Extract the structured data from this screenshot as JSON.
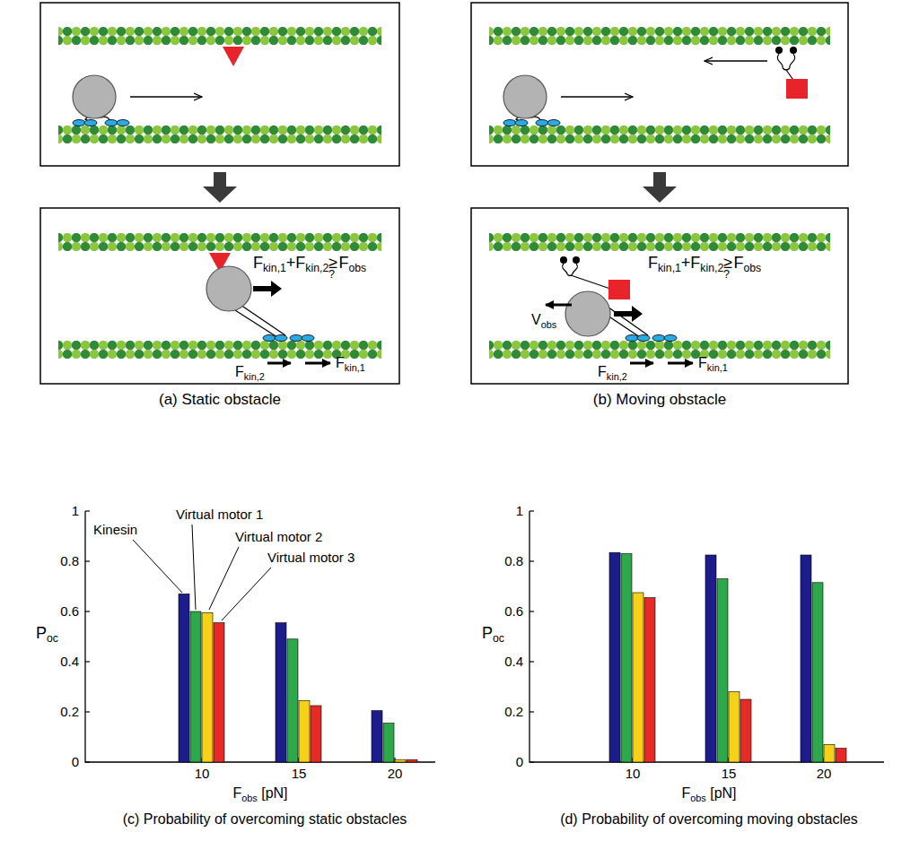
{
  "diagram": {
    "labels": [
      "F",
      "kin,1",
      "+F",
      "kin,2",
      "≥",
      "?",
      "F",
      "obs",
      "F",
      "kin,2",
      "F",
      "kin,1",
      "(a) Static obstacle",
      "F",
      "kin,1",
      "+F",
      "kin,2",
      "≥",
      "?",
      "F",
      "obs",
      "V",
      "obs",
      "F",
      "kin,2",
      "F",
      "kin,1",
      "(b) Moving obstacle",
      "P",
      "oc",
      "0",
      "0.2",
      "0.4",
      "0.6",
      "0.8",
      "1",
      "10",
      "15",
      "20",
      "F",
      "obs",
      " [pN]",
      "Kinesin",
      "Virtual motor 1",
      "Virtual motor 2",
      "Virtual motor 3",
      "(c) Probability of overcoming static obstacles",
      "P",
      "oc",
      "0",
      "0.2",
      "0.4",
      "0.6",
      "0.8",
      "1",
      "10",
      "15",
      "20",
      "F",
      "obs",
      " [pN]",
      "(d) Probability of overcoming moving obstacles"
    ]
  }
}
